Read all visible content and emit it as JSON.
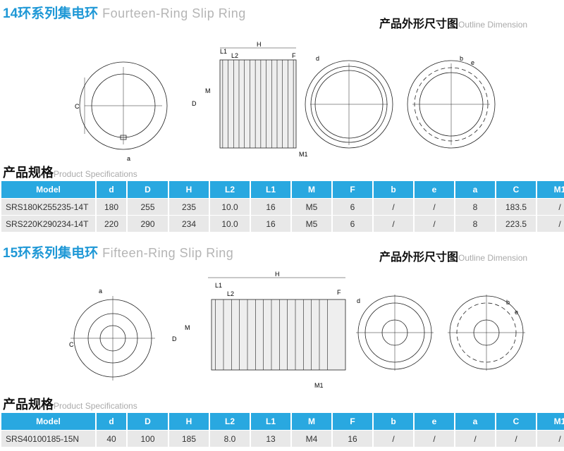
{
  "section1": {
    "title_cn": "14环系列集电环",
    "title_en": "Fourteen-Ring Slip Ring",
    "outline_cn": "产品外形尺寸图",
    "outline_en": "Outline Dimension",
    "spec_cn": "产品规格",
    "spec_en": "Product Specifications",
    "labels": {
      "C": "C",
      "a": "a",
      "H": "H",
      "L1": "L1",
      "L2": "L2",
      "F": "F",
      "D": "D",
      "M": "M",
      "M1": "M1",
      "d": "d",
      "b": "b",
      "e": "e"
    },
    "columns": [
      "Model",
      "d",
      "D",
      "H",
      "L2",
      "L1",
      "M",
      "F",
      "b",
      "e",
      "a",
      "C",
      "M1"
    ],
    "rows": [
      [
        "SRS180K255235-14T",
        "180",
        "255",
        "235",
        "10.0",
        "16",
        "M5",
        "6",
        "/",
        "/",
        "8",
        "183.5",
        "/"
      ],
      [
        "SRS220K290234-14T",
        "220",
        "290",
        "234",
        "10.0",
        "16",
        "M5",
        "6",
        "/",
        "/",
        "8",
        "223.5",
        "/"
      ]
    ]
  },
  "section2": {
    "title_cn": "15环系列集电环",
    "title_en": "Fifteen-Ring Slip Ring",
    "outline_cn": "产品外形尺寸图",
    "outline_en": "Outline Dimension",
    "spec_cn": "产品规格",
    "spec_en": "Product Specifications",
    "labels": {
      "C": "C",
      "a": "a",
      "H": "H",
      "L1": "L1",
      "L2": "L2",
      "F": "F",
      "D": "D",
      "M": "M",
      "M1": "M1",
      "d": "d",
      "b": "b",
      "e": "e"
    },
    "columns": [
      "Model",
      "d",
      "D",
      "H",
      "L2",
      "L1",
      "M",
      "F",
      "b",
      "e",
      "a",
      "C",
      "M1"
    ],
    "rows": [
      [
        "SRS40100185-15N",
        "40",
        "100",
        "185",
        "8.0",
        "13",
        "M4",
        "16",
        "/",
        "/",
        "/",
        "/",
        "/"
      ]
    ]
  }
}
